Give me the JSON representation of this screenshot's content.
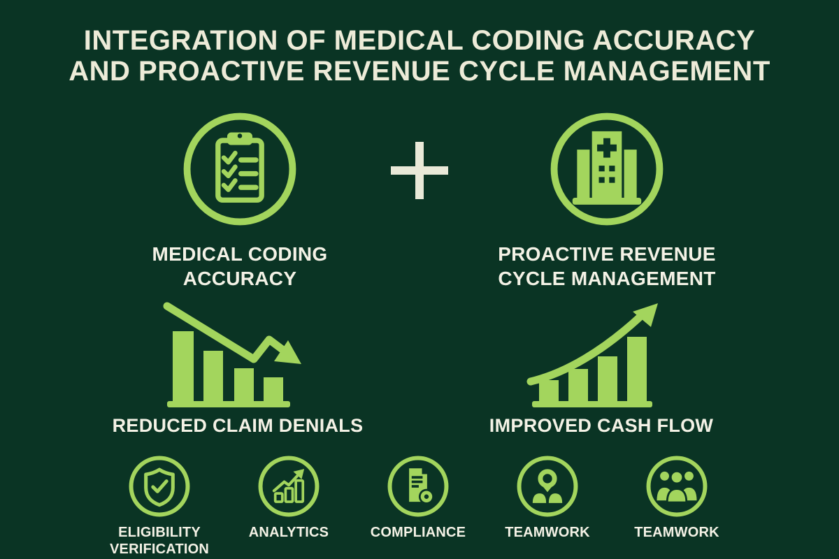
{
  "title": {
    "line1": "INTEGRATION OF MEDICAL CODING ACCURACY",
    "line2": "AND PROACTIVE REVENUE CYCLE MANAGEMENT"
  },
  "main_pair": {
    "left": {
      "icon": "clipboard-checklist-icon",
      "label": "MEDICAL CODING ACCURACY"
    },
    "plus_icon": "plus-icon",
    "right": {
      "icon": "hospital-building-icon",
      "label": "PROACTIVE REVENUE CYCLE MANAGEMENT"
    }
  },
  "outcomes": {
    "left": {
      "icon": "declining-bar-chart-icon",
      "label": "REDUCED CLAIM DENIALS"
    },
    "right": {
      "icon": "rising-bar-chart-icon",
      "label": "IMPROVED CASH FLOW"
    }
  },
  "features": [
    {
      "icon": "shield-check-icon",
      "label": "ELIGIBILITY VERIFICATION"
    },
    {
      "icon": "analytics-chart-icon",
      "label": "ANALYTICS"
    },
    {
      "icon": "compliance-document-icon",
      "label": "COMPLIANCE"
    },
    {
      "icon": "person-icon",
      "label": "TEAMWORK"
    },
    {
      "icon": "team-icon",
      "label": "TEAMWORK"
    }
  ],
  "colors": {
    "background": "#0a3424",
    "icon_green": "#a3d55d",
    "title_cream": "#edebd8",
    "label_cream": "#f4f2e6",
    "plus_cream": "#e9e9d8"
  }
}
